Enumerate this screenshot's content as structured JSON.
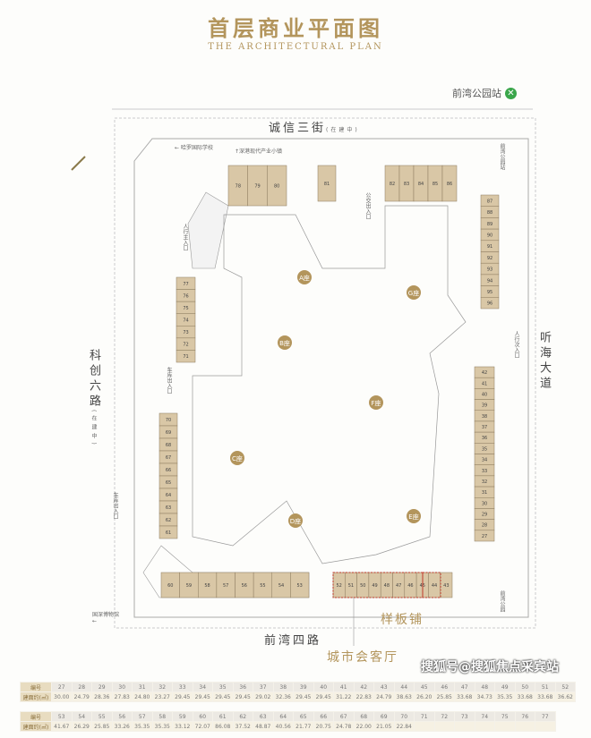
{
  "header": {
    "title": "首层商业平面图",
    "subtitle": "THE ARCHITECTURAL PLAN"
  },
  "station": {
    "label": "前湾公园站",
    "icon": "metro-icon"
  },
  "roads": {
    "north": "诚信三街",
    "north_note": "(在建中)",
    "west": "科创六路",
    "west_note": "(在建中)",
    "east": "听海大道",
    "south": "前湾四路"
  },
  "labels": {
    "school": "哈罗国际学校",
    "town": "深港现代产业小镇",
    "park_station": "前湾公园站",
    "ped_main": "人行主入口",
    "bus": "公交出入口",
    "garage1": "车库出入口",
    "garage2": "车库出入口",
    "ped_side": "人行次入口",
    "museum": "国深博物馆",
    "park": "前湾公园",
    "sample": "样板铺",
    "lounge": "城市会客厅"
  },
  "zones": [
    "A座",
    "B座",
    "C座",
    "D座",
    "E座",
    "F座",
    "G座"
  ],
  "blocks": [
    {
      "units": [
        "78",
        "79",
        "80"
      ]
    },
    {
      "units": [
        "81"
      ]
    },
    {
      "units": [
        "82",
        "83",
        "84",
        "85",
        "86"
      ]
    },
    {
      "units": [
        "87",
        "88",
        "89",
        "90",
        "91",
        "92",
        "93",
        "94",
        "95",
        "96"
      ]
    },
    {
      "units": [
        "77",
        "76",
        "75",
        "74",
        "73",
        "72",
        "71"
      ]
    },
    {
      "units": [
        "70",
        "69",
        "68",
        "67",
        "66",
        "65",
        "64",
        "63",
        "62",
        "61"
      ]
    },
    {
      "units": [
        "42",
        "41",
        "40",
        "39",
        "38",
        "37",
        "36",
        "35",
        "34",
        "33",
        "32",
        "31",
        "30",
        "29",
        "28",
        "27"
      ]
    },
    {
      "units": [
        "60",
        "59",
        "58",
        "57",
        "56",
        "55",
        "54",
        "53"
      ]
    },
    {
      "units": [
        "52",
        "51",
        "50",
        "49",
        "48",
        "47",
        "46",
        "45",
        "44",
        "43"
      ]
    }
  ],
  "tables": {
    "header_label": "编号",
    "area_label": "建面约(㎡)",
    "rows": [
      {
        "ids": [
          "27",
          "28",
          "29",
          "30",
          "31",
          "32",
          "33",
          "34",
          "35",
          "36",
          "37",
          "38",
          "39",
          "40",
          "41",
          "42",
          "43",
          "44",
          "45",
          "46",
          "47",
          "48",
          "49",
          "50",
          "51",
          "52"
        ],
        "areas": [
          "30.00",
          "24.79",
          "28.36",
          "27.83",
          "24.80",
          "23.27",
          "29.45",
          "29.45",
          "29.45",
          "29.45",
          "29.02",
          "32.36",
          "29.45",
          "29.45",
          "31.22",
          "22.83",
          "24.79",
          "38.63",
          "26.20",
          "25.85",
          "33.68",
          "34.73",
          "35.35",
          "33.68",
          "33.68",
          "36.62"
        ]
      },
      {
        "ids": [
          "53",
          "54",
          "55",
          "56",
          "57",
          "58",
          "59",
          "60",
          "61",
          "62",
          "63",
          "64",
          "65",
          "66",
          "67",
          "68",
          "69",
          "70",
          "71",
          "72",
          "73",
          "74",
          "75",
          "76",
          "77"
        ],
        "areas": [
          "41.67",
          "26.29",
          "25.85",
          "33.26",
          "35.35",
          "35.35",
          "33.12",
          "72.07",
          "86.08",
          "37.52",
          "48.87",
          "40.56",
          "21.77",
          "20.75",
          "24.78",
          "22.00",
          "21.05",
          "22.84",
          "",
          "",
          "",
          "",
          "",
          "",
          ""
        ]
      }
    ]
  },
  "watermark": "搜狐号@搜狐焦点采宾站",
  "colors": {
    "gold": "#b3955c",
    "unit": "#d9c7a6",
    "metro": "#3aa64a",
    "sample_outline": "#c0392b"
  }
}
